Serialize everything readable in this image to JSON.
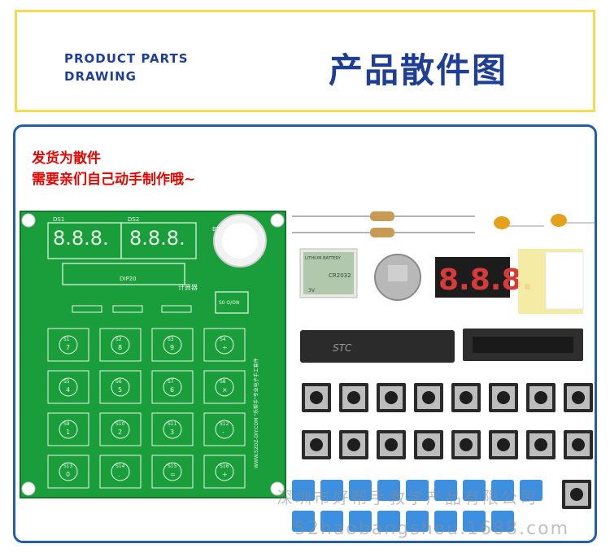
{
  "header": {
    "title_en_line1": "PRODUCT PARTS",
    "title_en_line2": "DRAWING",
    "title_cn": "产品散件图"
  },
  "notice": {
    "line1": "发货为散件",
    "line2": "需要亲们自己动手制作哦~"
  },
  "pcb": {
    "silk_dip": "DIP20",
    "silk_calc": "计算器",
    "silk_bt": "BT1",
    "silk_ds1": "DS1",
    "silk_ds2": "DS2",
    "silk_side": "WWW.52DZ-DIY.COM  \"乐帮手\"专业电子手工套件",
    "silk_on": "S0 O/ON",
    "keys": [
      "7",
      "8",
      "9",
      "÷",
      "4",
      "5",
      "6",
      "×",
      "1",
      "2",
      "3",
      "-",
      "0",
      ".",
      "=",
      "+"
    ],
    "key_ids": [
      "S1",
      "S2",
      "S3",
      "S4",
      "S5",
      "S6",
      "S7",
      "S8",
      "S9",
      "S10",
      "S11",
      "S12",
      "S13",
      "S14",
      "S15",
      "S16"
    ]
  },
  "parts": {
    "battery_brand": "LITHIUM BATTERY",
    "battery_model": "CR2032",
    "battery_volt": "3V",
    "chip_brand": "STC",
    "display_digits": "8.8.8."
  },
  "watermark": {
    "cn": "深圳市好帮手教学产品有限公司",
    "url": "52haobangshou.1688.com"
  },
  "colors": {
    "header_border": "#f2dc52",
    "title_blue": "#1f3f95",
    "frame_blue": "#1f5fae",
    "notice_red": "#e10600",
    "pcb_green": "#1a9e3c",
    "key_cap_blue": "#3d8fe0"
  }
}
